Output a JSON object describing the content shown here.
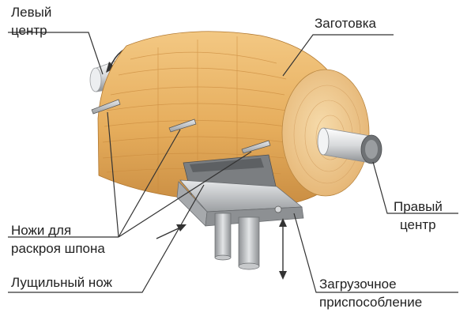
{
  "labels": {
    "left_center_line1": "Левый",
    "left_center_line2": "центр",
    "workpiece": "Заготовка",
    "veneer_knives_line1": "Ножи для",
    "veneer_knives_line2": "раскроя шпона",
    "peeling_knife": "Лущильный нож",
    "right_center_line1": "Правый",
    "right_center_line2": "центр",
    "loading_device_line1": "Загрузочное",
    "loading_device_line2": "приспособление"
  },
  "colors": {
    "wood_main": "#e8b465",
    "wood_light": "#f0c57e",
    "wood_end": "#f2d09b",
    "wood_grain": "#c88a3e",
    "metal": "#b9bcbf",
    "metal_dark": "#6f7275",
    "metal_light": "#e4e6e8",
    "line": "#333333"
  }
}
